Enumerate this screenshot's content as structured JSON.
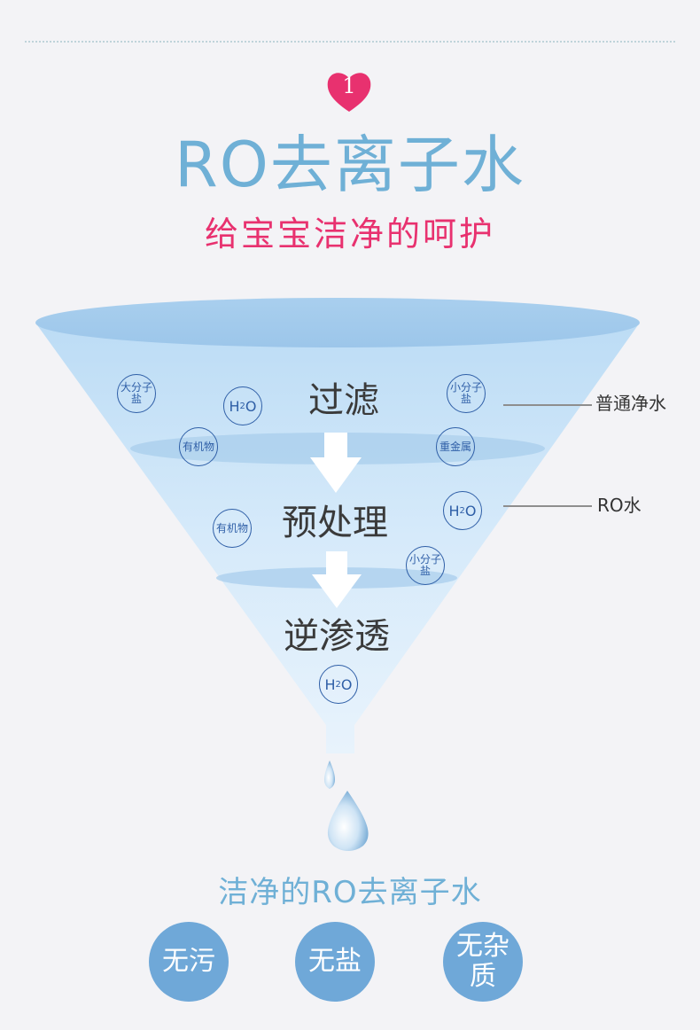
{
  "header": {
    "step_number": "1",
    "title": "RO去离子水",
    "subtitle": "给宝宝洁净的呵护"
  },
  "funnel": {
    "stages": [
      "过滤",
      "预处理",
      "逆渗透"
    ],
    "molecules": {
      "large_salt": "大分子盐",
      "small_salt": "小分子盐",
      "organic": "有机物",
      "heavy_metal": "重金属",
      "water_base": "H",
      "water_sub": "2",
      "water_end": "O"
    },
    "callouts": {
      "ordinary_water": "普通净水",
      "ro_water": "RO水"
    }
  },
  "bottom": {
    "title": "洁净的RO去离子水",
    "badges": [
      "无污",
      "无盐",
      "无杂质"
    ]
  },
  "colors": {
    "accent_blue": "#6fb0d6",
    "accent_pink": "#e8316f",
    "badge_blue": "#6fa8d8",
    "molecule_blue": "#2f5fa7"
  },
  "icons": [
    "heart-icon",
    "down-arrow-icon",
    "water-drop-icon"
  ]
}
